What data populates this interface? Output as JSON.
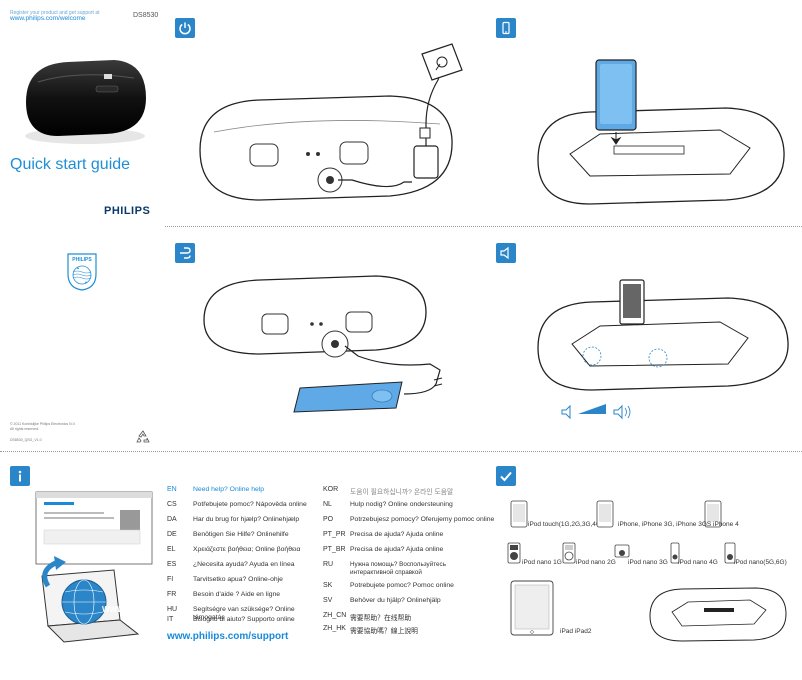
{
  "cover": {
    "register_line": "Register your product and get support at",
    "register_url": "www.philips.com/welcome",
    "model": "DS8530",
    "title": "Quick start guide",
    "brand": "PHILIPS",
    "legal_line1": "© 2011 Koninklijke Philips Electronics N.V.",
    "legal_line2": "All rights reserved.",
    "doc_code": "DS8530_QSG_V1.0"
  },
  "sections": {
    "power": "power-icon",
    "dock": "phone-icon",
    "audio_in": "connect-icon",
    "volume": "speaker-icon",
    "help": "info-icon",
    "compat": "check-icon"
  },
  "help": {
    "left": [
      {
        "code": "EN",
        "text": "Need help? Online help"
      },
      {
        "code": "CS",
        "text": "Potřebujete pomoc? Nápověda online"
      },
      {
        "code": "DA",
        "text": "Har du brug for hjælp? Onlinehjælp"
      },
      {
        "code": "DE",
        "text": "Benötigen Sie Hilfe? Onlinehilfe"
      },
      {
        "code": "EL",
        "text": "Χρειάζεστε βοήθεια; Online βοήθεια"
      },
      {
        "code": "ES",
        "text": "¿Necesita ayuda? Ayuda en línea"
      },
      {
        "code": "FI",
        "text": "Tarvitsetko apua? Online-ohje"
      },
      {
        "code": "FR",
        "text": "Besoin d'aide ? Aide en ligne"
      },
      {
        "code": "HU",
        "text": "Segítségre van szüksége? Online támogatás"
      },
      {
        "code": "IT",
        "text": "Bisogno di aiuto? Supporto online"
      }
    ],
    "right": [
      {
        "code": "KOR",
        "text": "도움이 필요하십니까? 온라인 도움말"
      },
      {
        "code": "NL",
        "text": "Hulp nodig? Online ondersteuning"
      },
      {
        "code": "PO",
        "text": "Potrzebujesz pomocy? Oferujemy pomoc online"
      },
      {
        "code": "PT_PR",
        "text": "Precisa de ajuda? Ajuda online"
      },
      {
        "code": "PT_BR",
        "text": "Precisa de ajuda? Ajuda online"
      },
      {
        "code": "RU",
        "text": "Нужна помощь? Воспользуйтесь интерактивной справкой"
      },
      {
        "code": "SK",
        "text": "Potrebujete pomoc? Pomoc online"
      },
      {
        "code": "SV",
        "text": "Behöver du hjälp? Onlinehjälp"
      },
      {
        "code": "ZH_CN",
        "text": "需要帮助？在线帮助"
      },
      {
        "code": "ZH_HK",
        "text": "需要協助嗎？線上說明"
      }
    ],
    "support_url": "www.philips.com/support",
    "globe_label": "WWW"
  },
  "compat": {
    "touch": "iPod touch(1G,2G,3G,4G)",
    "iphone": "iPhone, iPhone 3G, iPhone 3GS iPhone 4",
    "nano1": "iPod nano 1G",
    "nano2": "iPod nano 2G",
    "nano3": "iPod nano 3G",
    "nano4": "iPod nano 4G",
    "nano5": "iPod nano(5G,6G)",
    "ipad": "iPad iPad2"
  },
  "colors": {
    "accent": "#2a86c8",
    "link": "#1a8ad8",
    "brand": "#0b3a6a"
  }
}
